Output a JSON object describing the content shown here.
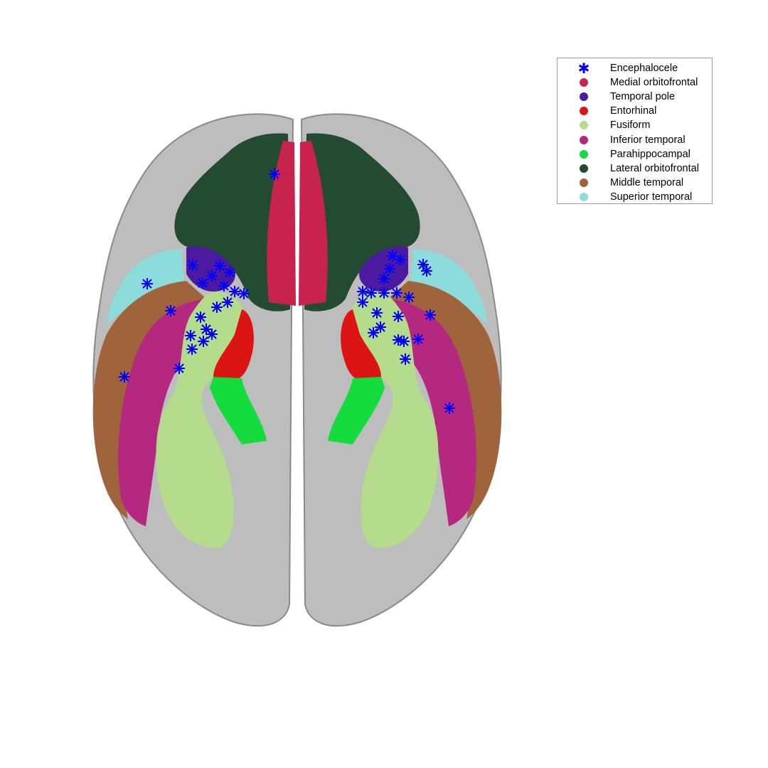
{
  "legend": {
    "items": [
      {
        "label": "Encephalocele",
        "marker": "asterisk",
        "color": "#0000ff"
      },
      {
        "label": "Medial orbitofrontal",
        "marker": "dot",
        "color": "#c8234f"
      },
      {
        "label": "Temporal pole",
        "marker": "dot",
        "color": "#4b1aa0"
      },
      {
        "label": "Entorhinal",
        "marker": "dot",
        "color": "#dc1414"
      },
      {
        "label": "Fusiform",
        "marker": "dot",
        "color": "#b4dc8c"
      },
      {
        "label": "Inferior temporal",
        "marker": "dot",
        "color": "#b4287f"
      },
      {
        "label": "Parahippocampal",
        "marker": "dot",
        "color": "#14dc3c"
      },
      {
        "label": "Lateral orbitofrontal",
        "marker": "dot",
        "color": "#234b32"
      },
      {
        "label": "Middle temporal",
        "marker": "dot",
        "color": "#a0643c"
      },
      {
        "label": "Superior temporal",
        "marker": "dot",
        "color": "#8cdcdc"
      }
    ]
  }
}
